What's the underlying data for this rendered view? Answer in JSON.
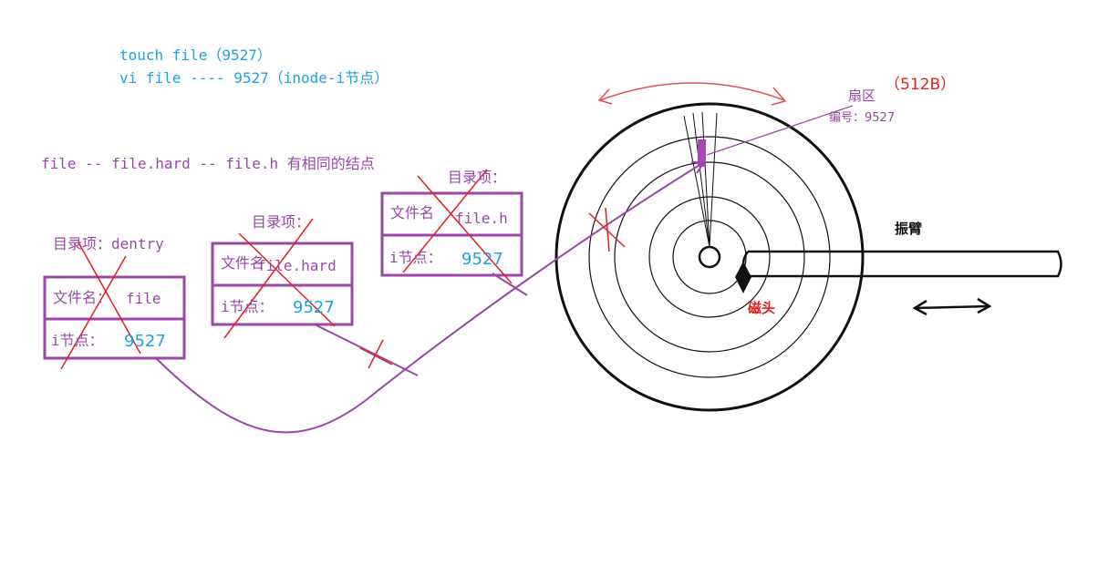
{
  "notes": {
    "line1": "touch file（9527）",
    "line2": "vi file ---- 9527（inode-i节点）",
    "line3": "file -- file.hard -- file.h 有相同的结点"
  },
  "entries": [
    {
      "heading": "目录项：dentry",
      "name_label": "文件名：",
      "name_value": "file",
      "inode_label": "i节点：",
      "inode_value": "9527"
    },
    {
      "heading": "目录项：",
      "name_label": "文件名",
      "name_value": "file.hard",
      "inode_label": "i节点：",
      "inode_value": "9527"
    },
    {
      "heading": "目录项：",
      "name_label": "文件名",
      "name_value": "file.h",
      "inode_label": "i节点：",
      "inode_value": "9527"
    }
  ],
  "disk": {
    "sector_label": "扇区",
    "sector_size": "（512B）",
    "sector_number": "编号：9527",
    "arm_label": "振臂",
    "head_label": "磁头"
  },
  "colors": {
    "blue": "#1ba1e2",
    "purple": "#9b47a9",
    "red": "#e02020",
    "black": "#111111"
  }
}
